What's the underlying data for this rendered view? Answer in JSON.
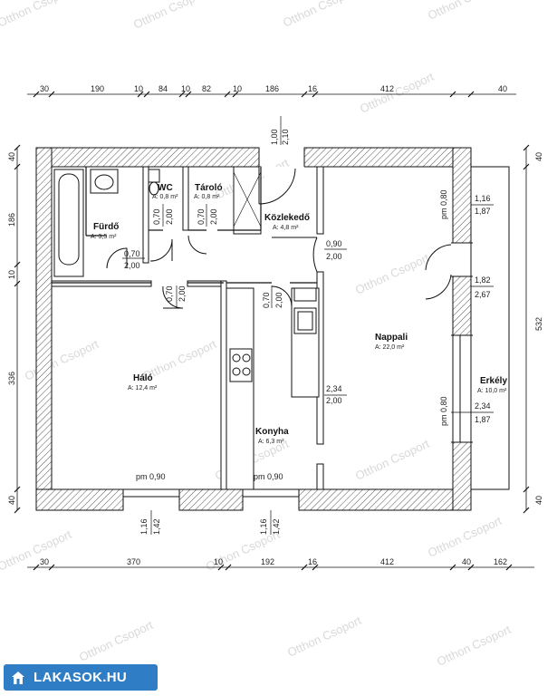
{
  "watermark": "Otthon Csoport",
  "top_dims": [
    "30",
    "190",
    "10",
    "84",
    "10",
    "82",
    "10",
    "186",
    "16",
    "412",
    "40"
  ],
  "bottom_dims": [
    "30",
    "370",
    "10",
    "192",
    "16",
    "412",
    "40",
    "162"
  ],
  "left_dims": [
    "40",
    "186",
    "10",
    "336",
    "40"
  ],
  "right_dims": [
    "40",
    "532",
    "40"
  ],
  "rooms": {
    "furdo": {
      "name": "Fürdő",
      "area": "A: 3,5 m²"
    },
    "wc": {
      "name": "WC",
      "area": "A: 0,8 m²"
    },
    "tarolo": {
      "name": "Tároló",
      "area": "A: 0,8 m²"
    },
    "kozlekedo": {
      "name": "Közlekedő",
      "area": "A: 4,8 m²"
    },
    "nappali": {
      "name": "Nappali",
      "area": "A: 22,0 m²"
    },
    "halo": {
      "name": "Háló",
      "area": "A: 12,4 m²"
    },
    "konyha": {
      "name": "Konyha",
      "area": "A: 6,3 m²"
    },
    "erkely": {
      "name": "Erkély",
      "area": "A: 10,0 m²"
    }
  },
  "openings": {
    "entry_w": "1,00",
    "entry_h": "2,10",
    "wc_w": "0,70",
    "wc_h": "2,00",
    "tarolo_w": "0,70",
    "tarolo_h": "2,00",
    "furdo_w": "0,70",
    "furdo_h": "2,00",
    "halo_w": "0,70",
    "halo_h": "2,00",
    "konyha_w": "0,70",
    "konyha_h": "2,00",
    "nappali_door_w": "0,90",
    "nappali_door_h": "2,00",
    "nappali_open_w": "2,34",
    "nappali_open_h": "2,00",
    "balc_win1_pm": "pm 0,80",
    "balc_win1_w": "1,16",
    "balc_win1_h": "1,87",
    "balc_door_w": "1,82",
    "balc_door_h": "2,67",
    "balc_win2_pm": "pm 0,80",
    "balc_win2_w": "2,34",
    "balc_win2_h": "1,87",
    "halo_win_pm": "pm 0,90",
    "halo_win_w": "1,16",
    "halo_win_h": "1,42",
    "konyha_win_pm": "pm 0,90",
    "konyha_win_w": "1,16",
    "konyha_win_h": "1,42"
  },
  "brand": {
    "name": "LAKASOK.HU",
    "color": "#2f7dc4"
  }
}
